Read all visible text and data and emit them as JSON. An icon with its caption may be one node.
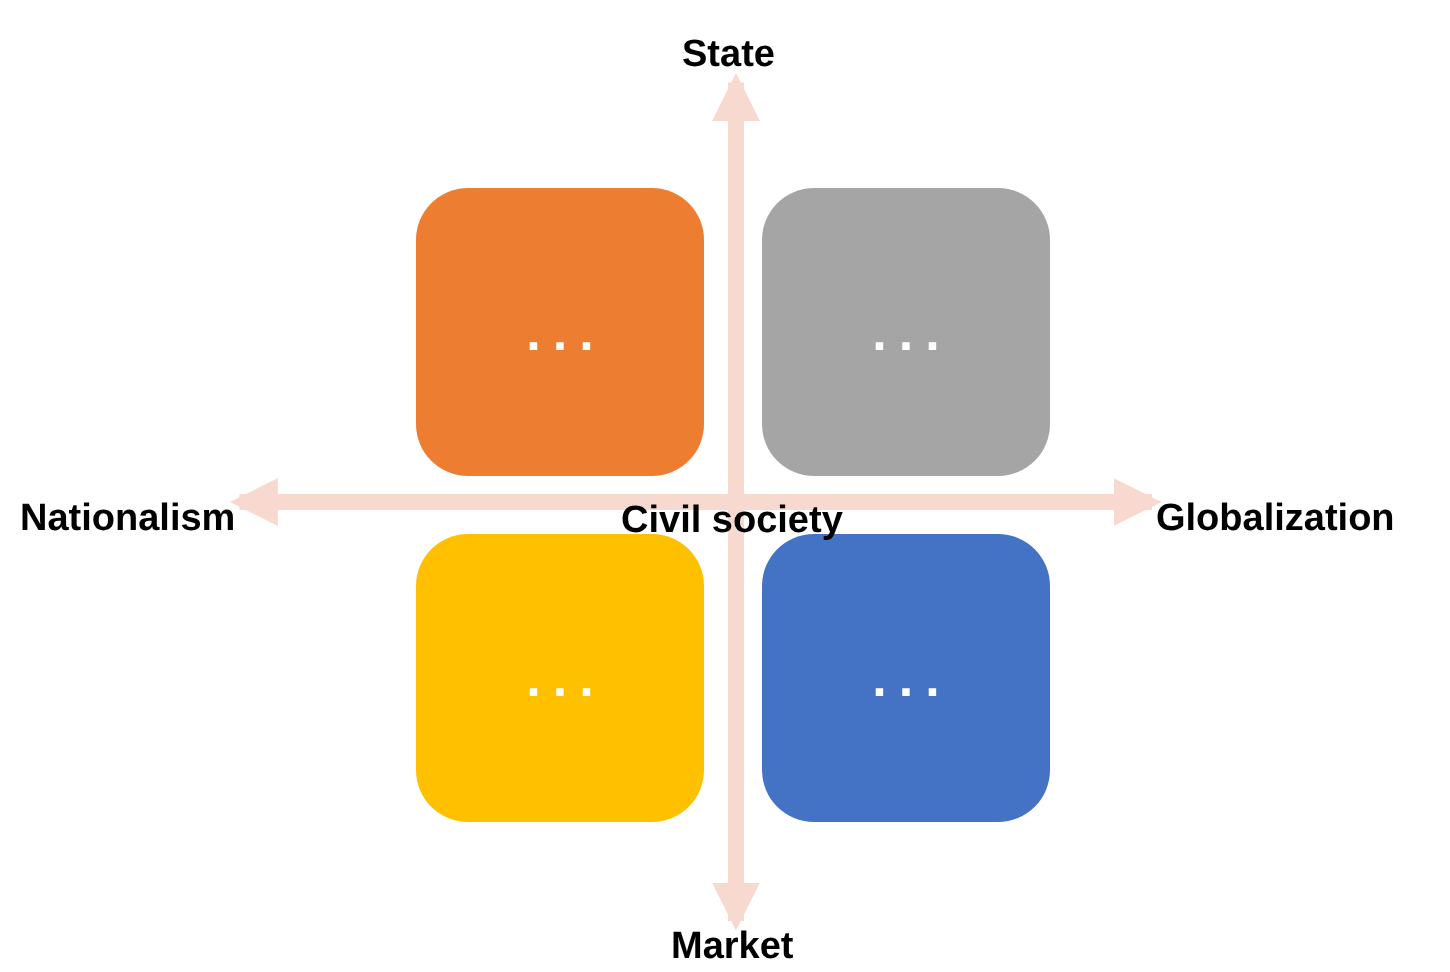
{
  "diagram": {
    "nodes": [
      {
        "text": [
          "State"
        ]
      },
      {
        "text": [
          "..."
        ]
      },
      {
        "text": [
          "..."
        ]
      },
      {
        "text": [
          "Nationalism"
        ]
      },
      {
        "text": [
          "Globalization"
        ]
      },
      {
        "text": [
          "..."
        ]
      },
      {
        "text": [
          "..."
        ]
      },
      {
        "text": [
          "Market"
        ]
      }
    ],
    "edges": [
      {
        "from": 0,
        "to": 7,
        "arrow": "both"
      },
      {
        "from": 3,
        "to": 4,
        "arrow": "both"
      }
    ],
    "labels": [
      "Civil society"
    ]
  }
}
